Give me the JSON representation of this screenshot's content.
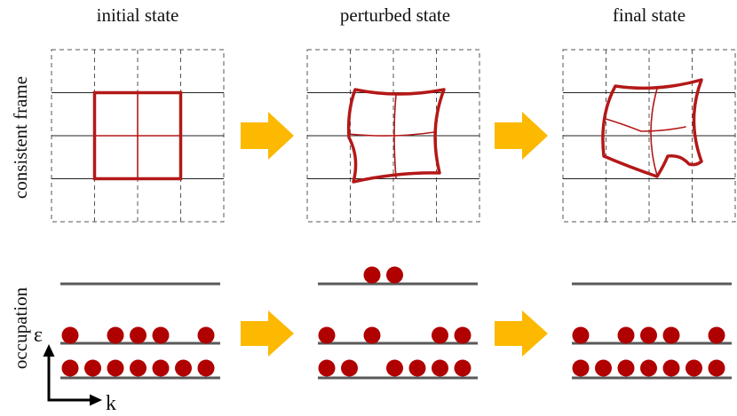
{
  "columns": [
    {
      "title": "initial state"
    },
    {
      "title": "perturbed state"
    },
    {
      "title": "final state"
    }
  ],
  "rows": {
    "frame_label": "consistent frame",
    "occupation_label": "occupation"
  },
  "axes": {
    "energy_label": "ε",
    "momentum_label": "k"
  },
  "occupation": {
    "slots": 7,
    "states": [
      {
        "name": "initial",
        "upper": [],
        "middle": [
          0,
          2,
          3,
          4,
          6
        ],
        "lower": [
          0,
          1,
          2,
          3,
          4,
          5,
          6
        ]
      },
      {
        "name": "perturbed",
        "upper": [
          2,
          3
        ],
        "middle": [
          0,
          2,
          5,
          6
        ],
        "lower": [
          0,
          1,
          3,
          4,
          5,
          6
        ]
      },
      {
        "name": "final",
        "upper": [],
        "middle": [
          0,
          2,
          3,
          4,
          6
        ],
        "lower": [
          0,
          1,
          2,
          3,
          4,
          5,
          6
        ]
      }
    ]
  },
  "colors": {
    "frame_red": "#b41818",
    "particle_red": "#b00000",
    "arrow_yellow": "#fcb900",
    "band_gray": "#5a5a5a",
    "grid_dark": "#222222",
    "grid_dash": "#555555"
  },
  "icons": {
    "transition_arrow": "arrow-right-icon"
  }
}
